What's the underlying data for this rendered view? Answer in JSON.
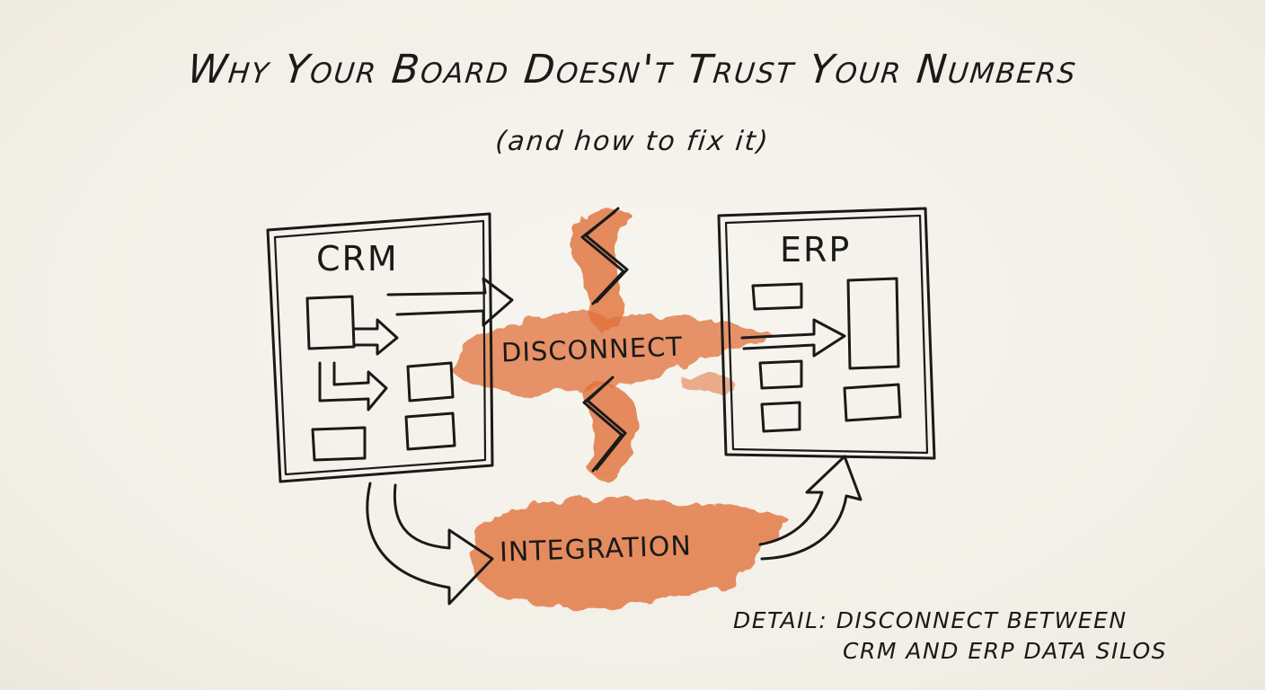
{
  "title": "Why Your Board Doesn't Trust Your Numbers",
  "subtitle": "(and how to fix it)",
  "diagram": {
    "left_system": "CRM",
    "right_system": "ERP",
    "conflict_label": "DISCONNECT",
    "solution_label": "INTEGRATION"
  },
  "detail": {
    "line1": "DETAIL: DISCONNECT BETWEEN",
    "line2": "CRM AND ERP DATA SILOS"
  },
  "colors": {
    "ink": "#1a1a1a",
    "accent": "#e0703a",
    "paper": "#f4f1ea"
  }
}
